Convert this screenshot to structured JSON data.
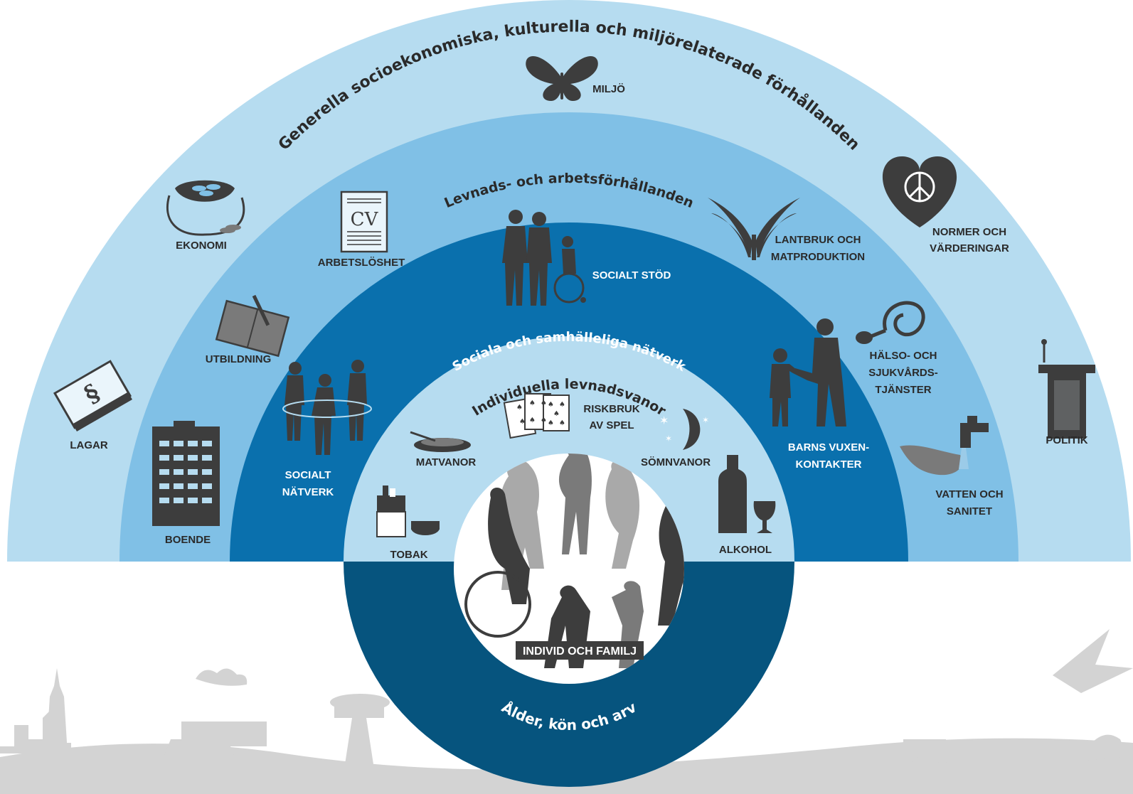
{
  "colors": {
    "ring_outer": "#b6dcf0",
    "ring_second": "#80c0e6",
    "ring_third": "#0a70ad",
    "ring_core": "#b6dcf0",
    "base": "#06547e",
    "icon": "#3d3d3d",
    "skyline": "#d3d3d3"
  },
  "titles": {
    "outer": "Generella socioekonomiska, kulturella och miljörelaterade förhållanden",
    "second": "Levnads- och arbetsförhållanden",
    "third": "Sociala och samhälleliga nätverk",
    "core": "Individuella levnadsvanor",
    "base": "Ålder, kön och arv",
    "center": "INDIVID OCH FAMILJ"
  },
  "labels": {
    "miljo": "MILJÖ",
    "ekonomi": "EKONOMI",
    "lagar": "LAGAR",
    "normer_1": "NORMER OCH",
    "normer_2": "VÄRDERINGAR",
    "politik": "POLITIK",
    "arbetsloshet": "ARBETSLÖSHET",
    "utbildning": "UTBILDNING",
    "boende": "BOENDE",
    "lantbruk_1": "LANTBRUK OCH",
    "lantbruk_2": "MATPRODUKTION",
    "halso_1": "HÄLSO- OCH",
    "halso_2": "SJUKVÅRDS-",
    "halso_3": "TJÄNSTER",
    "vatten_1": "VATTEN OCH",
    "vatten_2": "SANITET",
    "socialt_stod": "SOCIALT STÖD",
    "socialt_natverk_1": "SOCIALT",
    "socialt_natverk_2": "NÄTVERK",
    "barns_1": "BARNS VUXEN-",
    "barns_2": "KONTAKTER",
    "riskbruk_1": "RISKBRUK",
    "riskbruk_2": "AV SPEL",
    "matvanor": "MATVANOR",
    "somnvanor": "SÖMNVANOR",
    "tobak": "TOBAK",
    "alkohol": "ALKOHOL",
    "cv": "CV"
  },
  "icons": {
    "miljo": "butterfly-icon",
    "ekonomi": "purse-icon",
    "lagar": "law-book-icon",
    "normer": "heart-peace-icon",
    "politik": "podium-icon",
    "arbetsloshet": "cv-document-icon",
    "utbildning": "notebook-pencil-icon",
    "boende": "apartment-building-icon",
    "lantbruk": "wheat-icon",
    "halso": "stethoscope-icon",
    "vatten": "faucet-hands-icon",
    "socialt_stod": "people-wheelchair-icon",
    "socialt_natverk": "group-people-icon",
    "barns": "adult-child-icon",
    "riskbruk": "playing-cards-icon",
    "matvanor": "plate-icon",
    "somnvanor": "moon-stars-icon",
    "tobak": "cigarettes-icon",
    "alkohol": "bottle-glass-icon",
    "center": "family-silhouettes-icon"
  }
}
